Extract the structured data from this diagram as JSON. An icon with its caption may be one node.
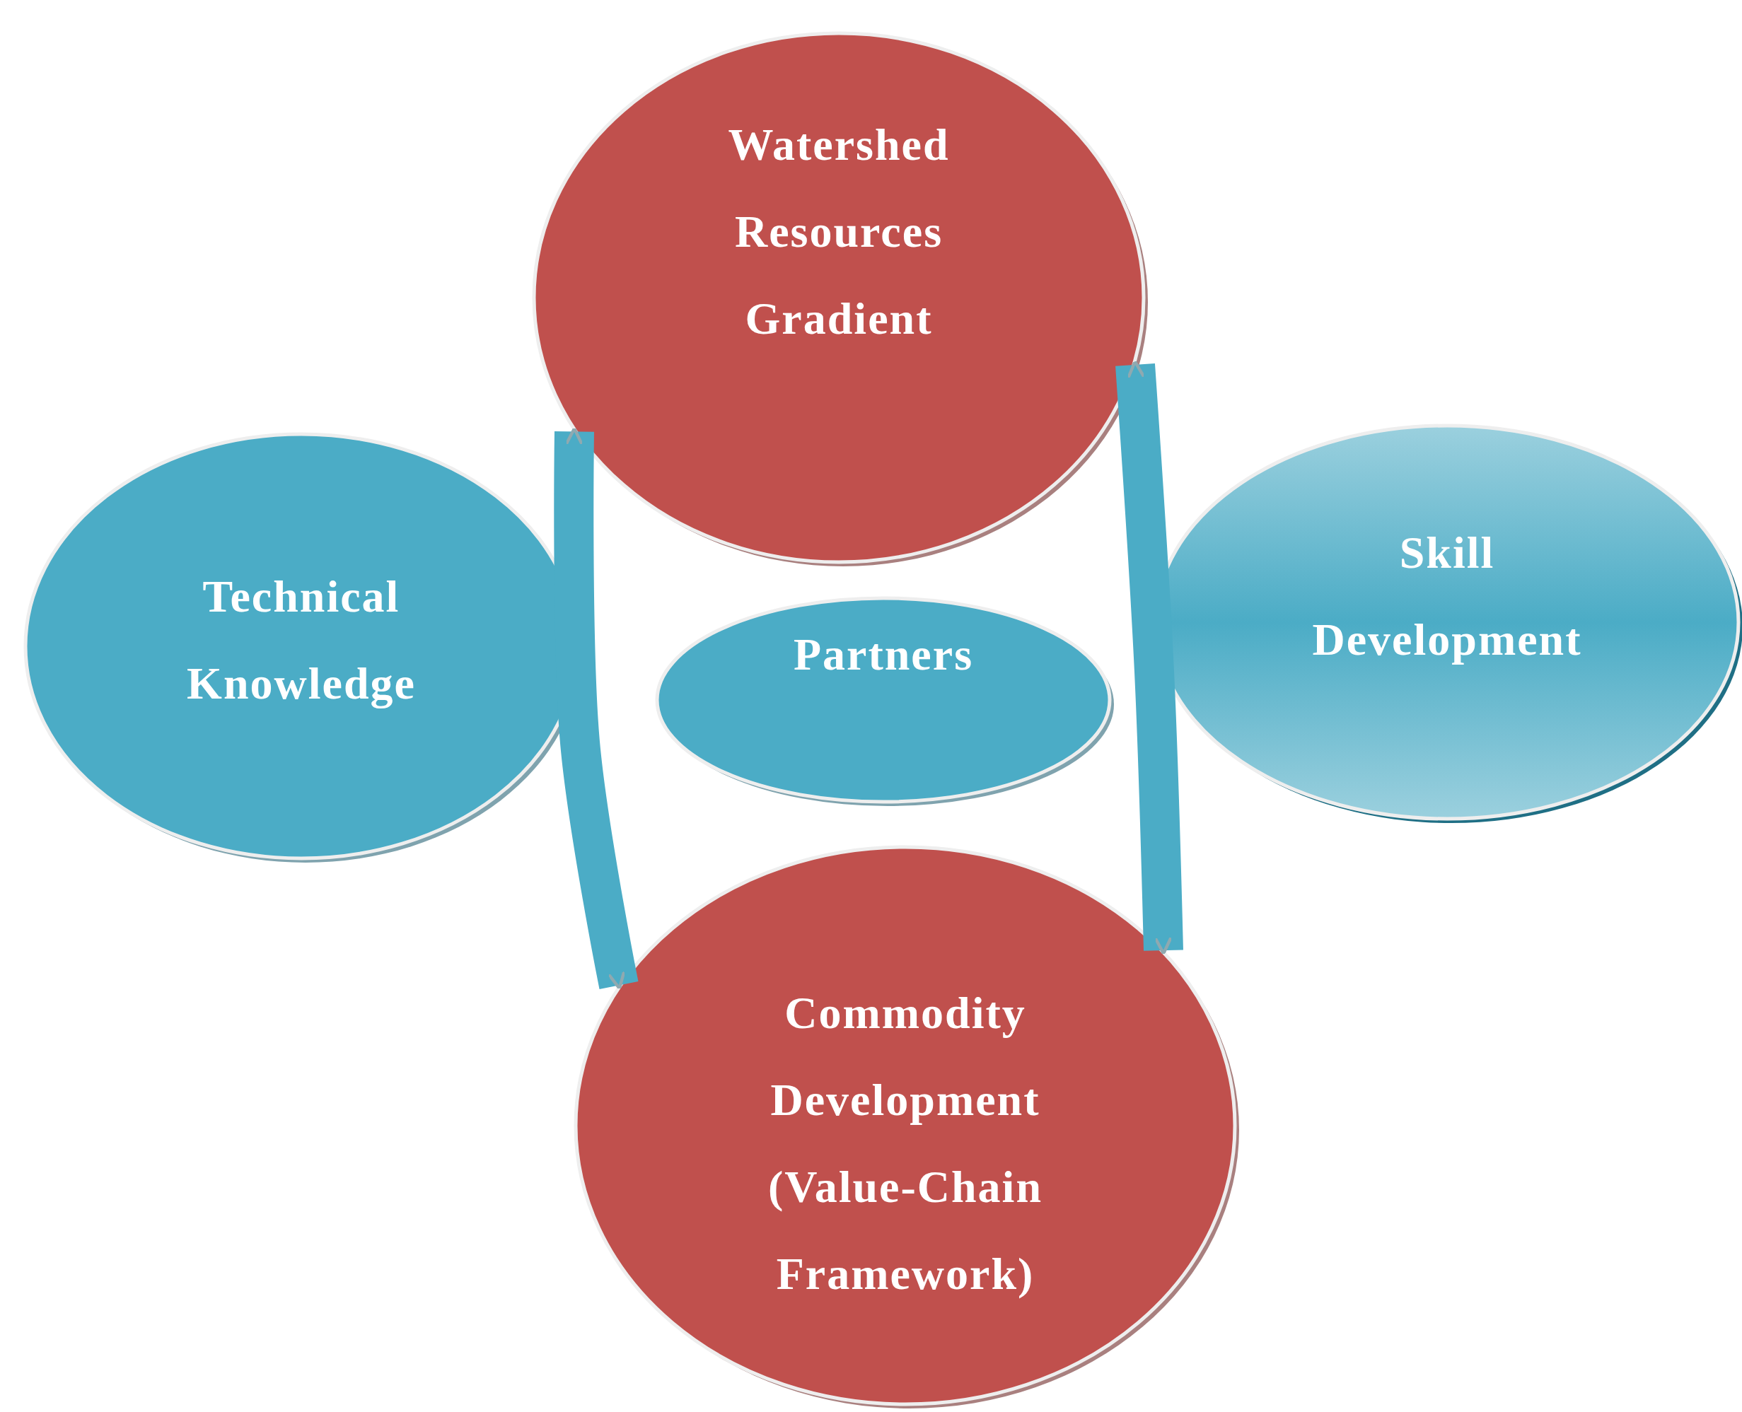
{
  "diagram": {
    "nodes": [
      {
        "text": [
          "Watershed Resources Gradient"
        ]
      },
      {
        "text": [
          "Technical Knowledge"
        ]
      },
      {
        "text": [
          "Partners"
        ]
      },
      {
        "text": [
          "Skill Development"
        ]
      },
      {
        "text": [
          "Commodity Development (Value-Chain Framework)"
        ]
      }
    ],
    "edges": [
      {
        "from": 0,
        "to": 4,
        "arrow": "both"
      },
      {
        "from": 0,
        "to": 4,
        "arrow": "both"
      }
    ]
  }
}
